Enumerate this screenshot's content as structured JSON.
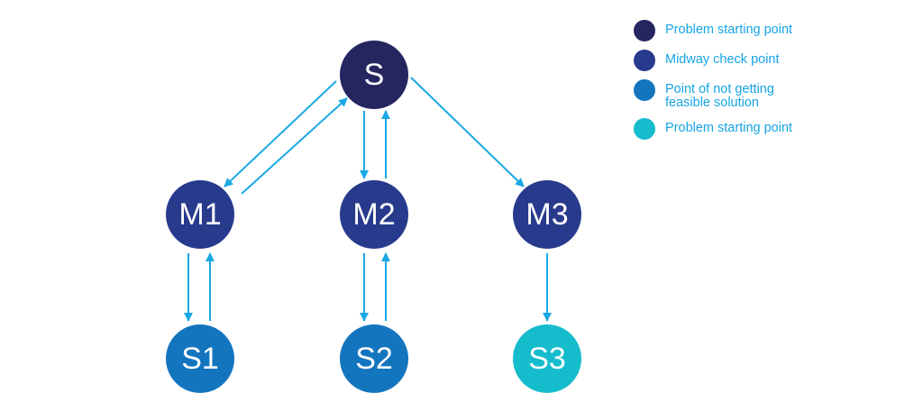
{
  "colors": {
    "start": "#252660",
    "midway": "#283a8c",
    "not_feasible": "#1475bf",
    "solution": "#15bccc",
    "arrow": "#1ba8e4",
    "legend_text": "#16a4e4"
  },
  "nodes": {
    "s": {
      "label": "S",
      "color": "start"
    },
    "m1": {
      "label": "M1",
      "color": "midway"
    },
    "m2": {
      "label": "M2",
      "color": "midway"
    },
    "m3": {
      "label": "M3",
      "color": "midway"
    },
    "s1": {
      "label": "S1",
      "color": "not_feasible"
    },
    "s2": {
      "label": "S2",
      "color": "not_feasible"
    },
    "s3": {
      "label": "S3",
      "color": "solution"
    }
  },
  "edges": [
    {
      "from": "s",
      "to": "m1"
    },
    {
      "from": "m1",
      "to": "s"
    },
    {
      "from": "s",
      "to": "m2"
    },
    {
      "from": "m2",
      "to": "s"
    },
    {
      "from": "s",
      "to": "m3"
    },
    {
      "from": "m1",
      "to": "s1"
    },
    {
      "from": "s1",
      "to": "m1"
    },
    {
      "from": "m2",
      "to": "s2"
    },
    {
      "from": "s2",
      "to": "m2"
    },
    {
      "from": "m3",
      "to": "s3"
    }
  ],
  "legend": [
    {
      "label": "Problem starting point",
      "color": "start",
      "icon": "dark-navy-circle"
    },
    {
      "label": "Midway check point",
      "color": "midway",
      "icon": "navy-circle"
    },
    {
      "label": "Point of not getting\nfeasible solution",
      "color": "not_feasible",
      "icon": "blue-circle"
    },
    {
      "label": "Problem starting point",
      "color": "solution",
      "icon": "teal-circle"
    }
  ]
}
